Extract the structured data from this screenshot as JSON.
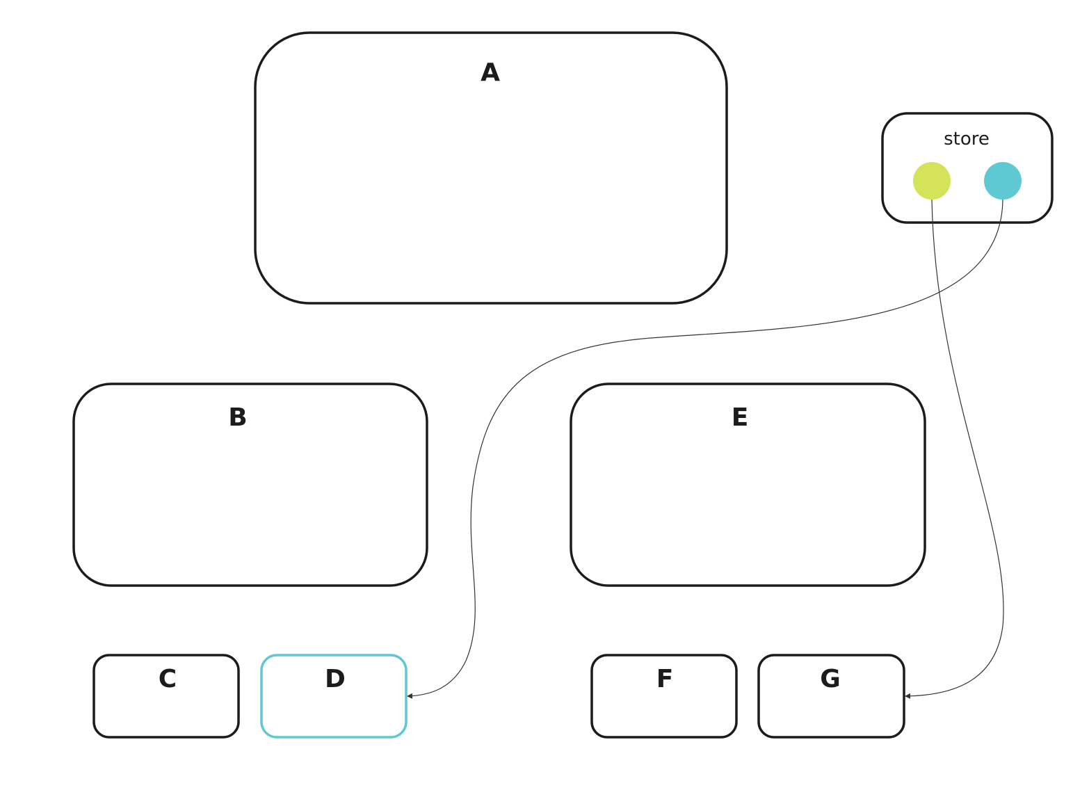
{
  "nodes": {
    "a": {
      "label": "A"
    },
    "b": {
      "label": "B"
    },
    "c": {
      "label": "C"
    },
    "d": {
      "label": "D",
      "highlight_color": "#5ec8d3"
    },
    "e": {
      "label": "E"
    },
    "f": {
      "label": "F"
    },
    "g": {
      "label": "G"
    }
  },
  "store": {
    "label": "store",
    "dots": [
      {
        "name": "lime-dot",
        "color": "#d4e35a",
        "connects_to": "G"
      },
      {
        "name": "cyan-dot",
        "color": "#5ec8d3",
        "connects_to": "D"
      }
    ]
  },
  "colors": {
    "stroke": "#1c1c1c",
    "connector": "#333333",
    "background": "#ffffff"
  }
}
